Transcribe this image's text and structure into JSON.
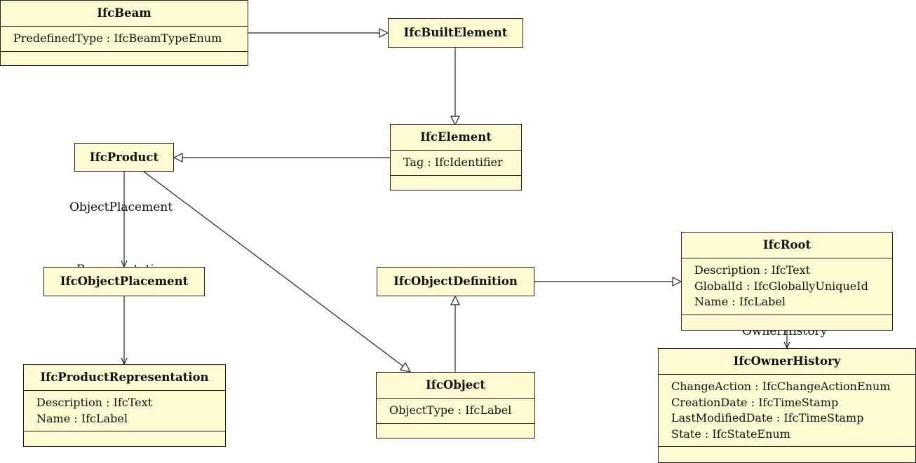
{
  "classes": {
    "beam": {
      "name": "IfcBeam",
      "attributes": [
        "PredefinedType : IfcBeamTypeEnum"
      ]
    },
    "built_element": {
      "name": "IfcBuiltElement"
    },
    "element": {
      "name": "IfcElement",
      "attributes": [
        "Tag : IfcIdentifier"
      ]
    },
    "product": {
      "name": "IfcProduct"
    },
    "object_placement": {
      "name": "IfcObjectPlacement"
    },
    "product_representation": {
      "name": "IfcProductRepresentation",
      "attributes": [
        "Description : IfcText",
        "Name : IfcLabel"
      ]
    },
    "object_definition": {
      "name": "IfcObjectDefinition"
    },
    "object": {
      "name": "IfcObject",
      "attributes": [
        "ObjectType : IfcLabel"
      ]
    },
    "root": {
      "name": "IfcRoot",
      "attributes": [
        "Description : IfcText",
        "GlobalId : IfcGloballyUniqueId",
        "Name : IfcLabel"
      ]
    },
    "owner_history": {
      "name": "IfcOwnerHistory",
      "attributes": [
        "ChangeAction : IfcChangeActionEnum",
        "CreationDate : IfcTimeStamp",
        "LastModifiedDate : IfcTimeStamp",
        "State : IfcStateEnum"
      ]
    }
  },
  "associations": {
    "object_placement_label": "ObjectPlacement",
    "representation_label": "Representation",
    "owner_history_label": "OwnerHistory"
  }
}
